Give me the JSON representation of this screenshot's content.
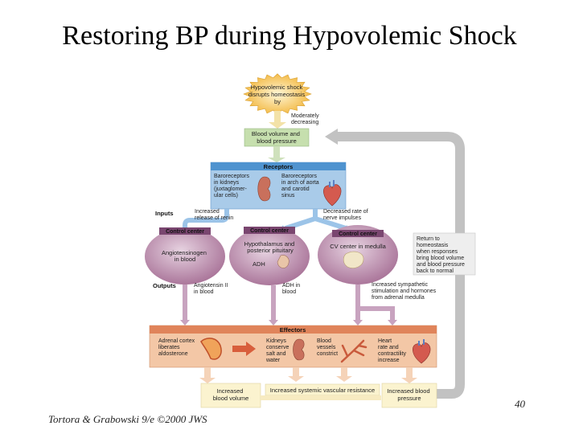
{
  "title": "Restoring BP during Hypovolemic Shock",
  "footer": "Tortora & Grabowski 9/e ©2000 JWS",
  "page_number": "40",
  "diagram": {
    "stimulus": [
      "Hypovolemic shock",
      "disrupts homeostasis",
      "by"
    ],
    "moderately_decreasing": [
      "Moderately",
      "decreasing"
    ],
    "controlled_condition": [
      "Blood volume and",
      "blood pressure"
    ],
    "receptors": {
      "header": "Receptors",
      "kidney_text": [
        "Baroreceptors",
        "in kidneys",
        "(juxtaglomer-",
        "ular cells)"
      ],
      "aorta_text": [
        "Baroreceptors",
        "in arch of aorta",
        "and carotid",
        "sinus"
      ]
    },
    "inputs_label": "Inputs",
    "input_renin": [
      "Increased",
      "release of renin"
    ],
    "input_nerve": [
      "Decreased rate of",
      "nerve impulses"
    ],
    "control_center_label": "Control center",
    "cc_left_text": [
      "Angiotensinogen",
      "in blood"
    ],
    "cc_mid_text": [
      "Hypothalamus and",
      "posterior pituitary"
    ],
    "adh_label": "ADH",
    "cc_right_text": "CV center in medulla",
    "return_text": [
      "Return to",
      "homeostasis",
      "when responses",
      "bring blood volume",
      "and blood pressure",
      "back to normal"
    ],
    "outputs_label": "Outputs",
    "output_angiotensin": [
      "Angiotensin II",
      "in blood"
    ],
    "output_adh": [
      "ADH in",
      "blood"
    ],
    "output_sympathetic": [
      "Increased sympathetic",
      "stimulation and hormones",
      "from adrenal medulla"
    ],
    "effectors": {
      "header": "Effectors",
      "adrenal": [
        "Adrenal cortex",
        "liberates",
        "aldosterone"
      ],
      "kidneys": [
        "Kidneys",
        "conserve",
        "salt and",
        "water"
      ],
      "vessels": [
        "Blood",
        "vessels",
        "constrict"
      ],
      "heart": [
        "Heart",
        "rate and",
        "contractility",
        "increase"
      ]
    },
    "response_volume": [
      "Increased",
      "blood volume"
    ],
    "response_resistance": "Increased systemic vascular resistance",
    "response_pressure": [
      "Increased blood",
      "pressure"
    ]
  },
  "colors": {
    "stimulus": "#f4c35a",
    "condition": "#c6dfae",
    "receptor_header": "#4f93cf",
    "receptor_body": "#a9cbe9",
    "blue_arrow": "#9cc4e8",
    "control_center": "#a66f95",
    "control_header": "#7a4670",
    "effector_header": "#e0845a",
    "effector_body": "#f3c7a6",
    "response": "#fbf3cf",
    "return_box": "#eeeeee",
    "loop": "#bbbbbb"
  }
}
